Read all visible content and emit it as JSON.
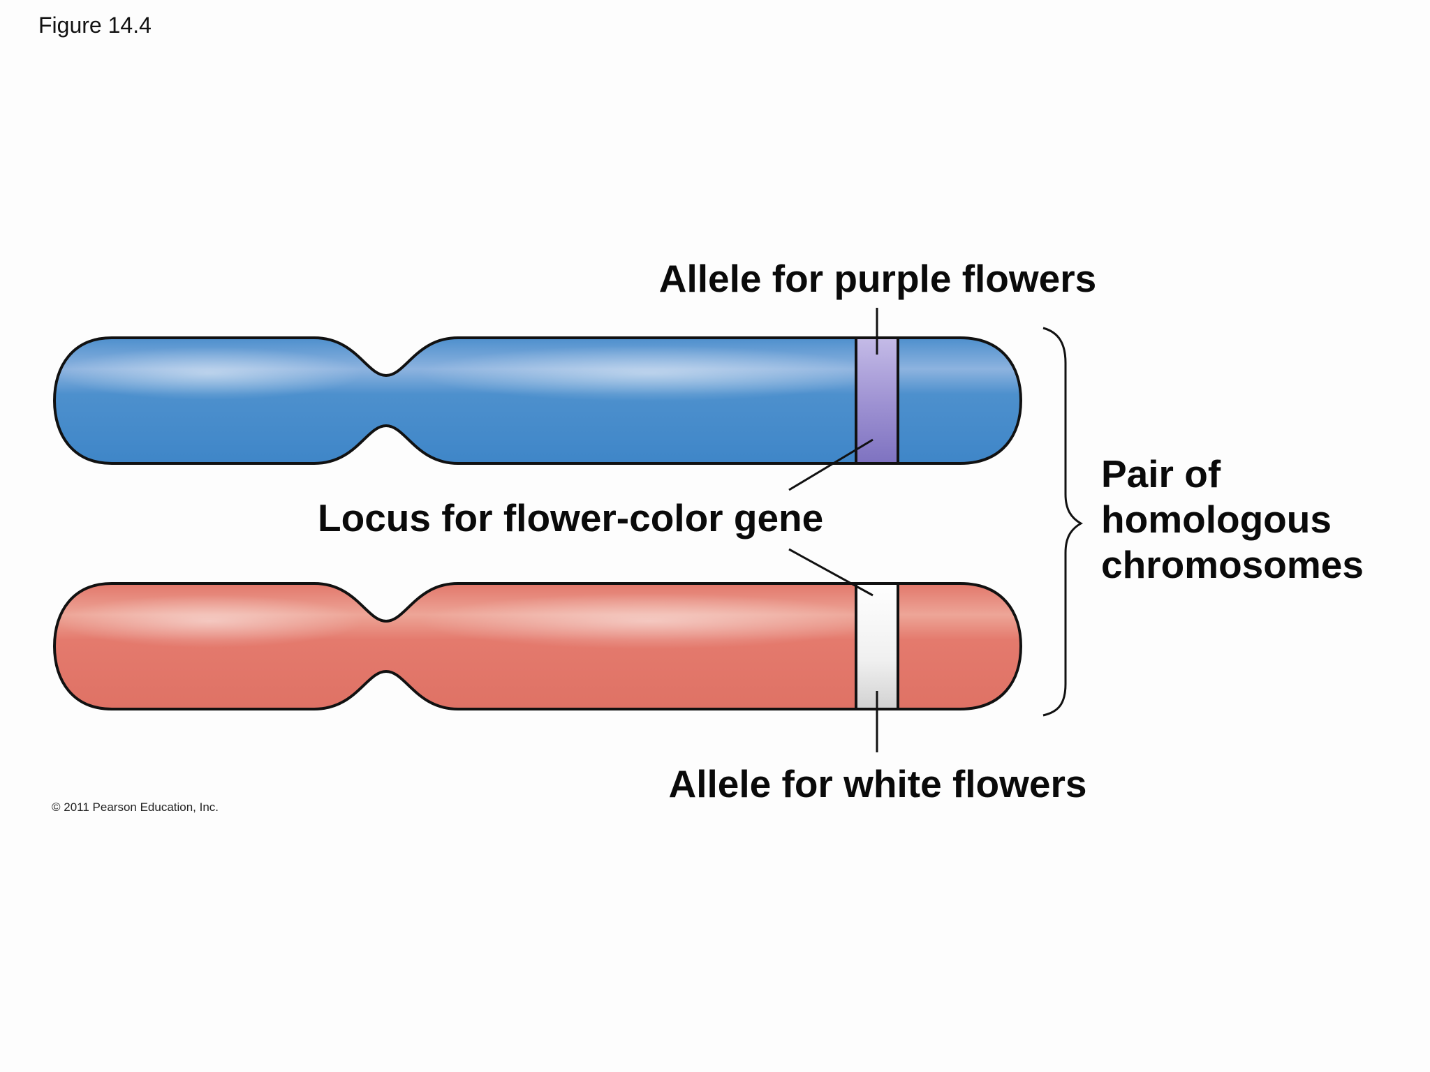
{
  "figure_label": "Figure 14.4",
  "labels": {
    "allele_purple": "Allele for purple flowers",
    "locus": "Locus for flower-color gene",
    "allele_white": "Allele for white flowers",
    "pair_line1": "Pair of",
    "pair_line2": "homologous",
    "pair_line3": "chromosomes"
  },
  "copyright": "© 2011 Pearson Education, Inc.",
  "colors": {
    "chromosome_top": "#4a8fcc",
    "chromosome_bottom": "#e3786b",
    "purple_band": "#9b8fd0",
    "white_band": "#f2f2f2",
    "outline": "#111111"
  }
}
